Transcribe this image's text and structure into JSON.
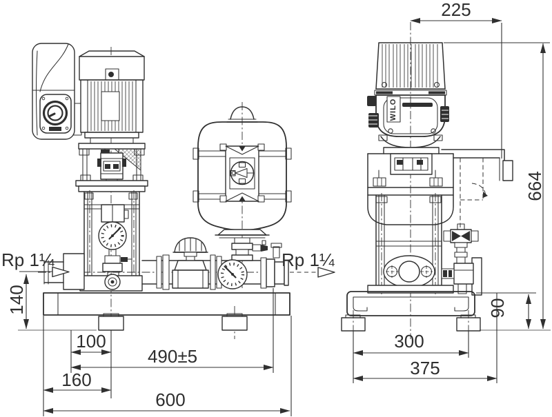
{
  "colors": {
    "line": "#303030",
    "background": "#ffffff"
  },
  "brand": {
    "logo": "WILO"
  },
  "connections": {
    "inlet_label": "Rp 1¼",
    "outlet_label": "Rp 1¼"
  },
  "front_view": {
    "dim_inlet_height": "140",
    "dim_pump_axis_offset": "100",
    "dim_port_span": "490±5",
    "dim_axis_offset": "160",
    "dim_overall_length": "600"
  },
  "side_view": {
    "dim_top_depth": "225",
    "dim_overall_height": "664",
    "dim_frame_height": "90",
    "dim_foot_span": "300",
    "dim_overall_depth": "375"
  }
}
